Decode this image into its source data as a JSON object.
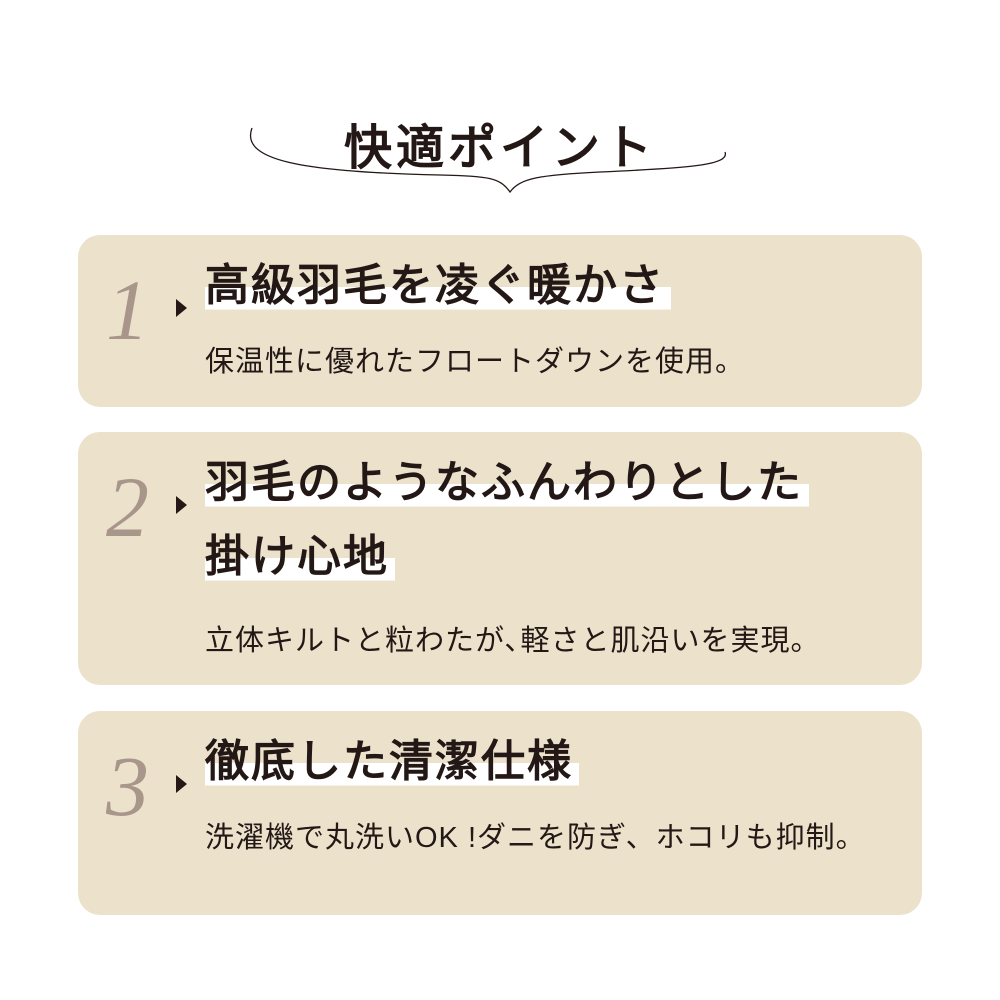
{
  "title": "快適ポイント",
  "colors": {
    "card_bg": "#ece2cc",
    "number": "#a8968a",
    "text": "#231815"
  },
  "points": [
    {
      "number": "1",
      "heading": [
        "高級羽毛を凌ぐ暖かさ"
      ],
      "description": "保温性に優れたフロートダウンを使用。"
    },
    {
      "number": "2",
      "heading": [
        "羽毛のようなふんわりとした",
        "掛け心地"
      ],
      "description": "立体キルトと粒わたが､軽さと肌沿いを実現。"
    },
    {
      "number": "3",
      "heading": [
        "徹底した清潔仕様"
      ],
      "description": "洗濯機で丸洗いOK !ダニを防ぎ、ホコリも抑制。"
    }
  ]
}
